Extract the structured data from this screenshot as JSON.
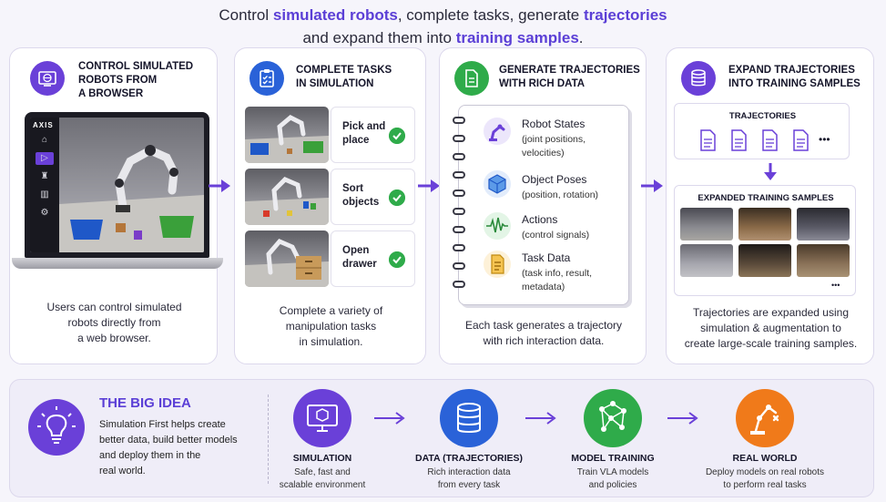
{
  "header": {
    "p1": "Control ",
    "h1": "simulated robots",
    "p2": ", complete tasks, generate ",
    "h2": "trajectories",
    "p3": "and expand them into ",
    "h3": "training samples",
    "p4": "."
  },
  "panels": {
    "control": {
      "title_lines": [
        "CONTROL SIMULATED",
        "ROBOTS FROM",
        "A BROWSER"
      ],
      "app_name": "AXIS",
      "caption_lines": [
        "Users can control simulated",
        "robots directly from",
        "a web browser."
      ],
      "icon": "browser-globe-icon",
      "color": "#6a40d8"
    },
    "tasks": {
      "title_lines": [
        "COMPLETE TASKS",
        "IN SIMULATION"
      ],
      "items": [
        {
          "label_lines": [
            "Pick and",
            "place"
          ]
        },
        {
          "label_lines": [
            "Sort",
            "objects"
          ]
        },
        {
          "label_lines": [
            "Open",
            "drawer"
          ]
        }
      ],
      "caption_lines": [
        "Complete a variety of",
        "manipulation tasks",
        "in simulation."
      ],
      "icon": "clipboard-checklist-icon",
      "color": "#2a62d8"
    },
    "trajectories": {
      "title_lines": [
        "GENERATE TRAJECTORIES",
        "WITH RICH DATA"
      ],
      "items": [
        {
          "title": "Robot States",
          "sub_lines": [
            "(joint positions,",
            "velocities)"
          ],
          "icon": "robot-arm-icon"
        },
        {
          "title": "Object Poses",
          "sub_lines": [
            "(position, rotation)"
          ],
          "icon": "cube-icon"
        },
        {
          "title": "Actions",
          "sub_lines": [
            "(control signals)"
          ],
          "icon": "signal-wave-icon"
        },
        {
          "title": "Task Data",
          "sub_lines": [
            "(task info, result,",
            "metadata)"
          ],
          "icon": "document-icon"
        }
      ],
      "caption_lines": [
        "Each task generates a trajectory",
        "with rich interaction data."
      ],
      "icon": "file-data-icon",
      "color": "#2fab4a"
    },
    "expand": {
      "title_lines": [
        "EXPAND TRAJECTORIES",
        "INTO TRAINING SAMPLES"
      ],
      "traj_label": "TRAJECTORIES",
      "expanded_label": "EXPANDED TRAINING SAMPLES",
      "more": "•••",
      "caption_lines": [
        "Trajectories are expanded using",
        "simulation & augmentation to",
        "create large-scale training samples."
      ],
      "icon": "database-icon",
      "color": "#6a40d8"
    }
  },
  "bottom": {
    "heading": "THE BIG IDEA",
    "text_lines": [
      "Simulation First helps create",
      "better data, build better models",
      "and deploy them in the",
      "real world."
    ],
    "stages": [
      {
        "title": "SIMULATION",
        "desc_lines": [
          "Safe, fast and",
          "scalable environment"
        ],
        "color": "#6a40d8",
        "icon": "monitor-cube-icon"
      },
      {
        "title": "DATA (TRAJECTORIES)",
        "desc_lines": [
          "Rich interaction data",
          "from every task"
        ],
        "color": "#2a62d8",
        "icon": "database-icon"
      },
      {
        "title": "MODEL TRAINING",
        "desc_lines": [
          "Train VLA models",
          "and policies"
        ],
        "color": "#2fab4a",
        "icon": "neural-network-icon"
      },
      {
        "title": "REAL WORLD",
        "desc_lines": [
          "Deploy models on real robots",
          "to perform real tasks"
        ],
        "color": "#f07a1a",
        "icon": "industrial-robot-icon"
      }
    ]
  }
}
